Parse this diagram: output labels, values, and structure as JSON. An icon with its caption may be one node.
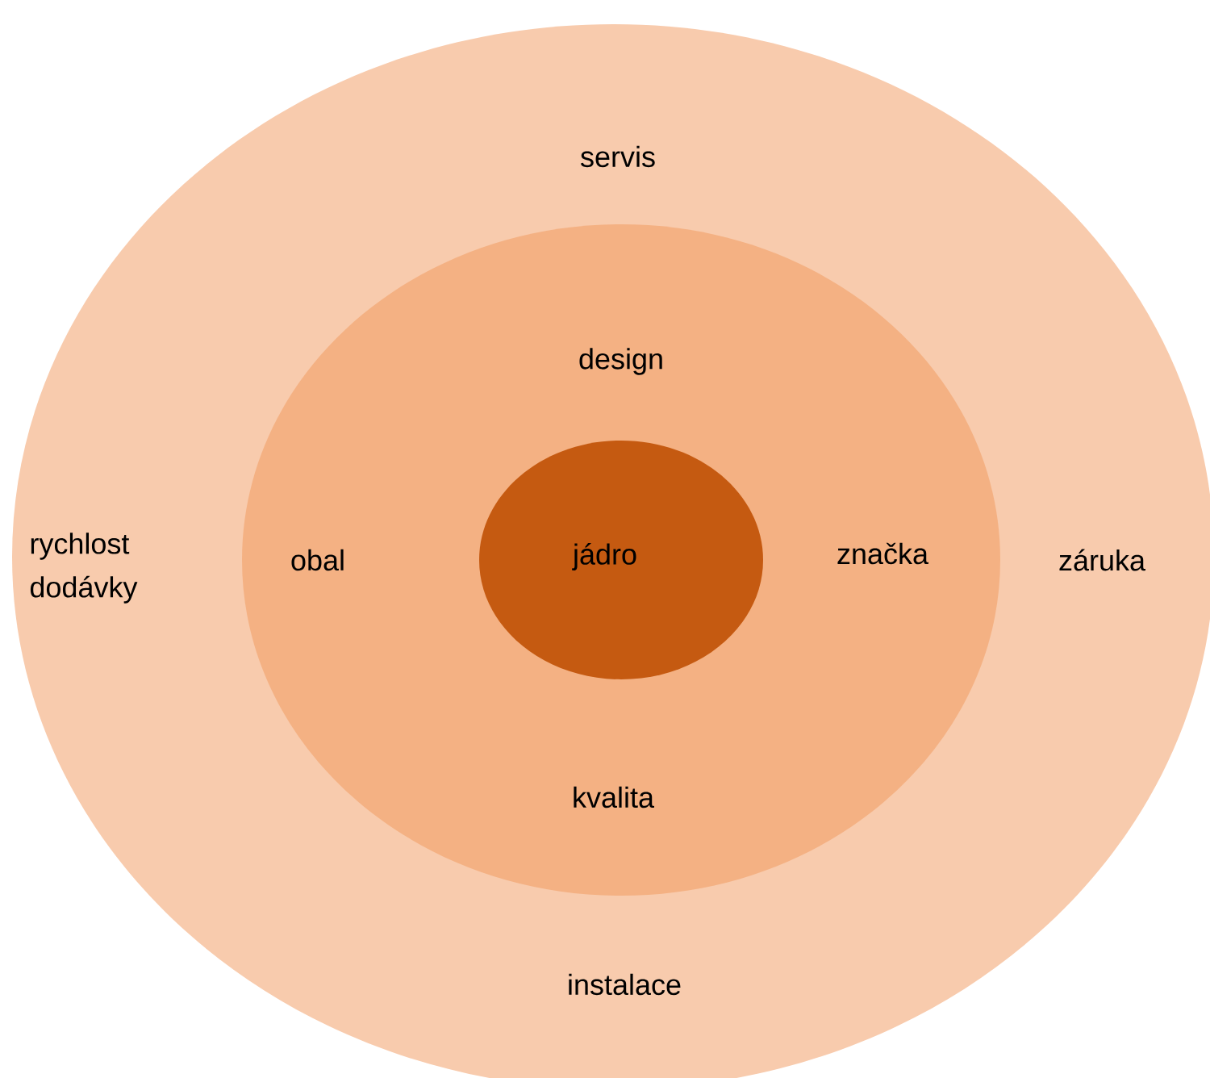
{
  "diagram": {
    "nodes": [
      {
        "text": [
          "servis",
          "rychlost dodávky",
          "záruka",
          "instalace"
        ]
      },
      {
        "text": [
          "design",
          "obal",
          "značka",
          "kvalita"
        ],
        "in": 0
      },
      {
        "text": [
          "jádro"
        ],
        "in": 1
      }
    ]
  }
}
